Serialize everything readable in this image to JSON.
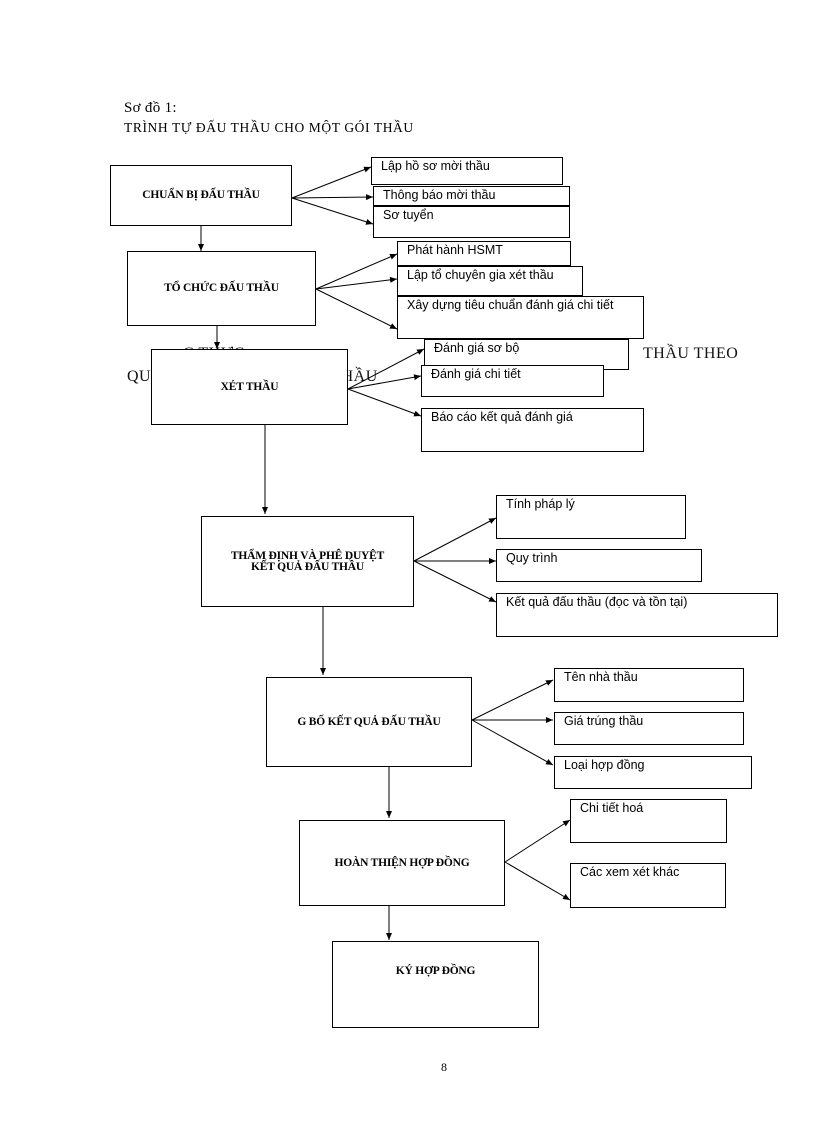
{
  "heading": {
    "line1": "Sơ đồ 1:",
    "line2": "TRÌNH TỰ ĐẤU THẦU CHO MỘT GÓI THẦU"
  },
  "background_text": {
    "line1_left": "C THỰC",
    "line1_right": "THEO",
    "line2_left": "QU",
    "line2_mid": "ẤU THẦU",
    "line1_right_full": "THẦU THEO"
  },
  "steps": [
    {
      "label": "CHUẨN BỊ ĐẤU THẦU",
      "children": [
        "Lập hồ sơ mời thầu",
        "Thông báo mời thầu",
        "Sơ tuyển"
      ]
    },
    {
      "label": "TỔ CHỨC ĐẤU THẦU",
      "children": [
        "Phát hành HSMT",
        "Lập tổ chuyên gia xét thầu",
        "Xây dựng tiêu chuẩn đánh giá chi tiết"
      ]
    },
    {
      "label": "XÉT THẦU",
      "children": [
        "Đánh giá sơ bộ",
        "Đánh giá chi tiết",
        "Báo cáo kết quả đánh giá"
      ]
    },
    {
      "label": "THẨM ĐỊNH VÀ PHÊ DUYỆT KẾT QUẢ ĐẤU THẦU",
      "children": [
        "Tính pháp lý",
        "Quy trình",
        "Kết quả đấu thầu (đọc và tồn tại)"
      ]
    },
    {
      "label": "G BỐ KẾT QUẢ ĐẤU THẦU",
      "children": [
        "Tên nhà thầu",
        "Giá trúng thầu",
        "Loại hợp đồng"
      ]
    },
    {
      "label": "HOÀN THIỆN HỢP ĐỒNG",
      "children": [
        "Chi tiết hoá",
        "Các xem xét khác"
      ]
    },
    {
      "label": "KÝ HỢP ĐỒNG",
      "children": []
    }
  ],
  "page_number": "8"
}
